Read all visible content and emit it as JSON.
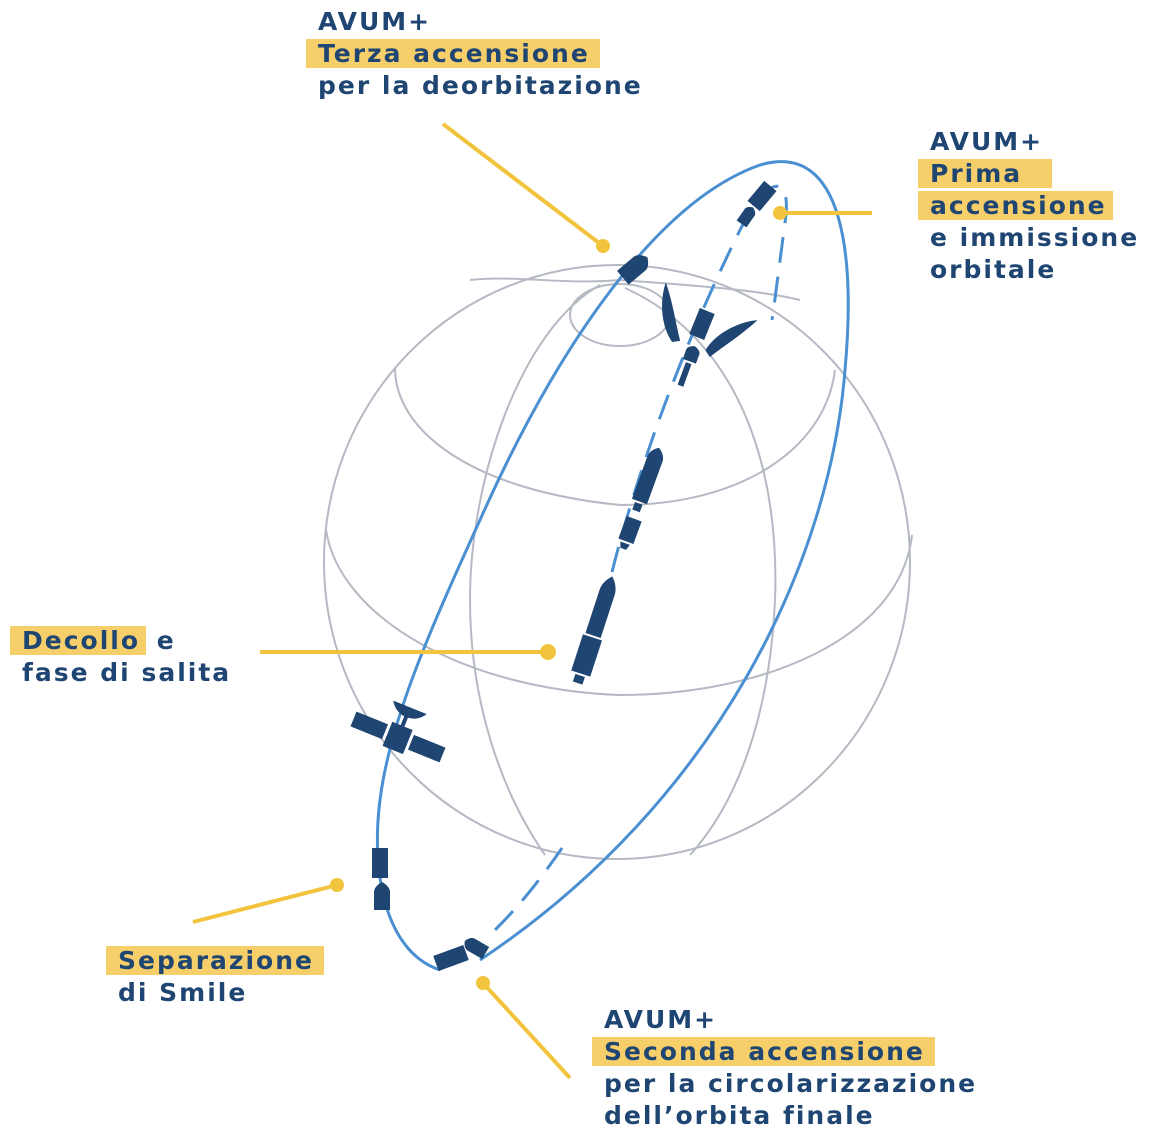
{
  "colors": {
    "text": "#1f4572",
    "highlight": "#f6cf6b",
    "leader": "#f2c43d",
    "orbit": "#4a8fd1",
    "globe": "#b5b9c3",
    "icon": "#1f4572"
  },
  "labels": {
    "third_burn": {
      "line1": "AVUM+",
      "line2": "Terza accensione",
      "line3": "per la deorbitazione"
    },
    "first_burn": {
      "line1": "AVUM+",
      "line2": "Prima",
      "line3": "accensione",
      "line4": "e immissione",
      "line5": "orbitale"
    },
    "liftoff": {
      "highlight": "Decollo",
      "rest": " e",
      "line2": "fase di salita"
    },
    "separation": {
      "line1": "Separazione",
      "line2": "di Smile"
    },
    "second_burn": {
      "line1": "AVUM+",
      "line2": "Seconda accensione",
      "line3": "per la circolarizzazione",
      "line4": "dell’orbita finale"
    }
  }
}
